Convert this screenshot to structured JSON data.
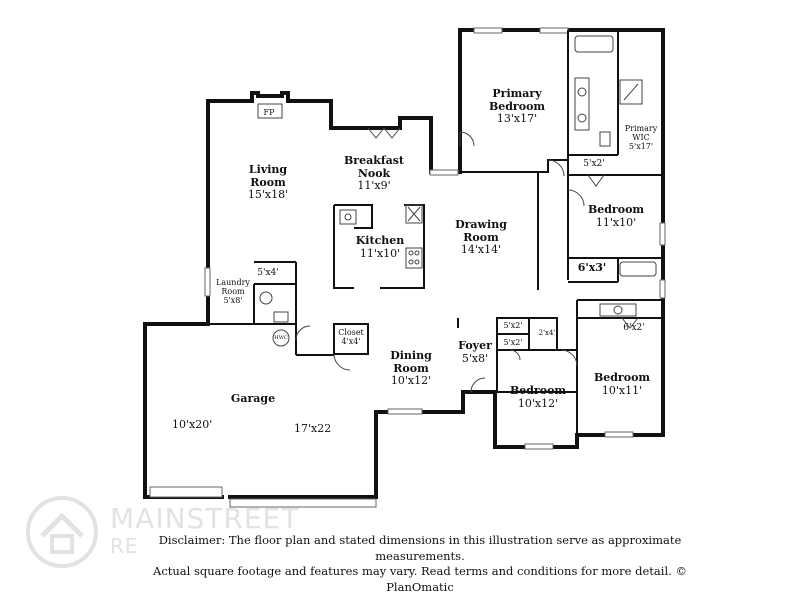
{
  "rooms": {
    "primary_bedroom": {
      "name": "Primary Bedroom",
      "line1": "Primary",
      "line2": "Bedroom",
      "dims": "13'x17'"
    },
    "primary_wic": {
      "line1": "Primary",
      "line2": "WIC",
      "dims": "5'x17'"
    },
    "bath_5x2": {
      "dims": "5'x2'"
    },
    "living_room": {
      "line1": "Living",
      "line2": "Room",
      "dims": "15'x18'"
    },
    "breakfast_nook": {
      "line1": "Breakfast",
      "line2": "Nook",
      "dims": "11'x9'"
    },
    "bedroom_ne": {
      "line1": "Bedroom",
      "dims": "11'x10'"
    },
    "drawing_room": {
      "line1": "Drawing",
      "line2": "Room",
      "dims": "14'x14'"
    },
    "kitchen": {
      "line1": "Kitchen",
      "dims": "11'x10'"
    },
    "closet_6x3": {
      "dims": "6'x3'"
    },
    "laundry_room": {
      "line1": "Laundry",
      "line2": "Room",
      "dims": "5'x8'"
    },
    "pantry_5x4": {
      "dims": "5'x4'"
    },
    "closet_main": {
      "line1": "Closet",
      "dims": "4'x4'"
    },
    "dining_room": {
      "line1": "Dining",
      "line2": "Room",
      "dims": "10'x12'"
    },
    "foyer": {
      "line1": "Foyer",
      "dims": "5'x8'"
    },
    "closet_5x2a": {
      "dims": "5'x2'"
    },
    "closet_5x2b": {
      "dims": "5'x2'"
    },
    "closet_2x4": {
      "dims": "2'x4'"
    },
    "bedroom_sw": {
      "line1": "Bedroom",
      "dims": "10'x12'"
    },
    "bedroom_se": {
      "line1": "Bedroom",
      "dims": "10'x11'"
    },
    "closet_6x2": {
      "dims": "6'x2'"
    },
    "garage": {
      "line1": "Garage",
      "dim_left": "10'x20'",
      "dim_right": "17'x22"
    }
  },
  "tags": {
    "fireplace": "FP",
    "water_heater": "HWC"
  },
  "disclaimer": {
    "line1": "Disclaimer: The floor plan and stated dimensions in this illustration serve as approximate measurements.",
    "line2": "Actual square footage and features may vary. Read terms and conditions for more detail. © PlanOmatic"
  },
  "logo": {
    "brand": "MAINSTREET",
    "brand2": "RE"
  },
  "icons": [
    "house-logo-icon"
  ],
  "colors": {
    "wall": "#111111",
    "background": "#ffffff",
    "watermark": "#999999"
  }
}
